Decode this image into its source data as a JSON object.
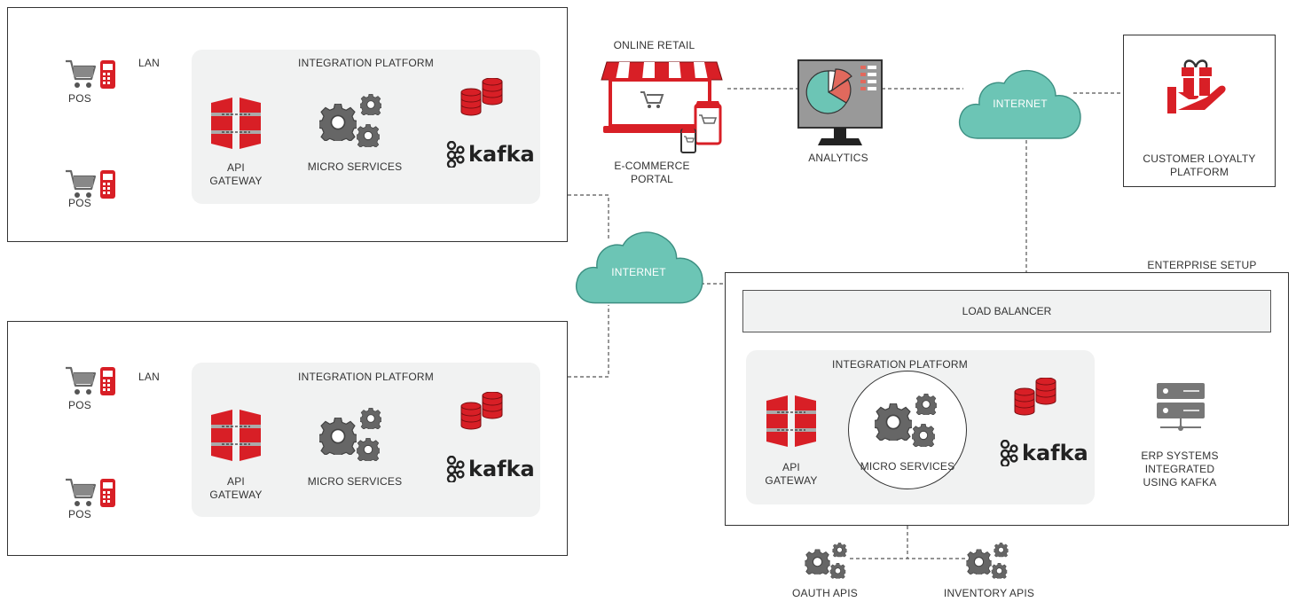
{
  "colors": {
    "brand_red": "#d81f26",
    "cloud_teal": "#6cc5b5",
    "dark_gray": "#555555",
    "panel_gray": "#f1f2f2",
    "line_gray": "#555555"
  },
  "sites": [
    {
      "pos_top_label": "POS",
      "pos_bottom_label": "POS",
      "lan_label": "LAN",
      "platform_title": "INTEGRATION PLATFORM",
      "api_gateway_label": "API\nGATEWAY",
      "micro_services_label": "MICRO SERVICES",
      "kafka_label": "kafka"
    },
    {
      "pos_top_label": "POS",
      "pos_bottom_label": "POS",
      "lan_label": "LAN",
      "platform_title": "INTEGRATION PLATFORM",
      "api_gateway_label": "API\nGATEWAY",
      "micro_services_label": "MICRO SERVICES",
      "kafka_label": "kafka"
    }
  ],
  "online_retail": {
    "title": "ONLINE RETAIL",
    "portal_label": "E-COMMERCE\nPORTAL"
  },
  "analytics": {
    "label": "ANALYTICS"
  },
  "internet_top": {
    "label": "INTERNET"
  },
  "internet_mid": {
    "label": "INTERNET"
  },
  "loyalty": {
    "label": "CUSTOMER LOYALTY\nPLATFORM"
  },
  "enterprise": {
    "title": "ENTERPRISE SETUP",
    "load_balancer": "LOAD BALANCER",
    "platform_title": "INTEGRATION PLATFORM",
    "api_gateway_label": "API\nGATEWAY",
    "micro_services_label": "MICRO SERVICES",
    "kafka_label": "kafka",
    "erp_label": "ERP SYSTEMS\nINTEGRATED\nUSING KAFKA"
  },
  "apis": {
    "oauth_label": "OAUTH APIS",
    "inventory_label": "INVENTORY APIS"
  }
}
